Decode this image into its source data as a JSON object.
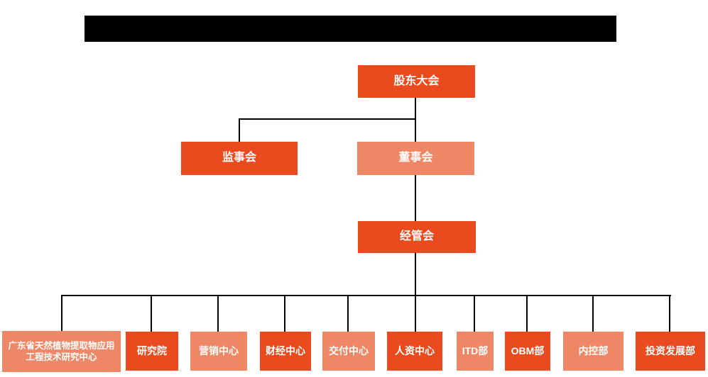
{
  "colors": {
    "primary_orange": "#E94B1F",
    "secondary_coral": "#EE8765",
    "connector_line": "#000000",
    "redacted_title_bar": "#000000",
    "node_text": "#FFFFFF"
  },
  "org_chart": {
    "root": {
      "label": "股东大会"
    },
    "level2": [
      {
        "label": "监事会"
      },
      {
        "label": "董事会"
      }
    ],
    "level3": {
      "label": "经管会"
    },
    "departments": [
      {
        "label": "广东省天然植物提取物应用工程技术研究中心"
      },
      {
        "label": "研究院"
      },
      {
        "label": "营销中心"
      },
      {
        "label": "财经中心"
      },
      {
        "label": "交付中心"
      },
      {
        "label": "人资中心"
      },
      {
        "label": "ITD部"
      },
      {
        "label": "OBM部"
      },
      {
        "label": "内控部"
      },
      {
        "label": "投资发展部"
      }
    ]
  }
}
